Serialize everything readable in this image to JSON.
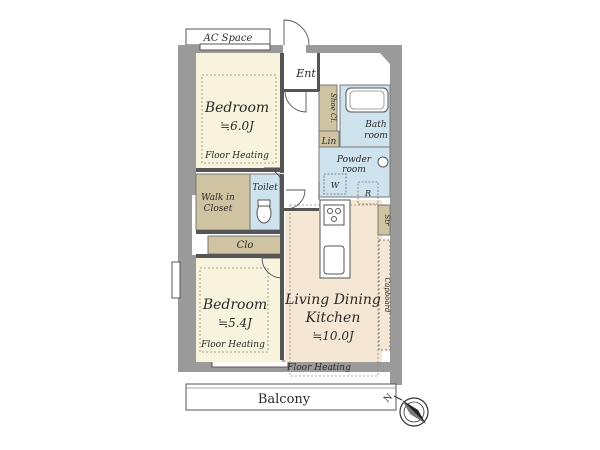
{
  "colors": {
    "wall": "#9a9a9a",
    "bedroom": "#f7f3dc",
    "ldk": "#f5e7d3",
    "closet": "#cfc3a1",
    "wet": "#cfe3ee",
    "floor": "#ffffff"
  },
  "labels": {
    "ac_space": "AC Space",
    "ent": "Ent",
    "shoe_cl": "Shoe Cl.",
    "bath1": "Bath",
    "bath2": "room",
    "lin": "Lin",
    "powder1": "Powder",
    "powder2": "room",
    "w": "W",
    "r": "R",
    "str": "Str",
    "cupboard": "Cupboard",
    "toilet": "Toilet",
    "walkin1": "Walk in",
    "walkin2": "Closet",
    "clo": "Clo",
    "bed1_name": "Bedroom",
    "bed1_size": "≒6.0J",
    "bed1_heat": "Floor Heating",
    "bed2_name": "Bedroom",
    "bed2_size": "≒5.4J",
    "bed2_heat": "Floor Heating",
    "ldk1": "Living Dining",
    "ldk2": "Kitchen",
    "ldk_size": "≒10.0J",
    "ldk_heat": "Floor Heating",
    "balcony": "Balcony",
    "north": "N"
  }
}
